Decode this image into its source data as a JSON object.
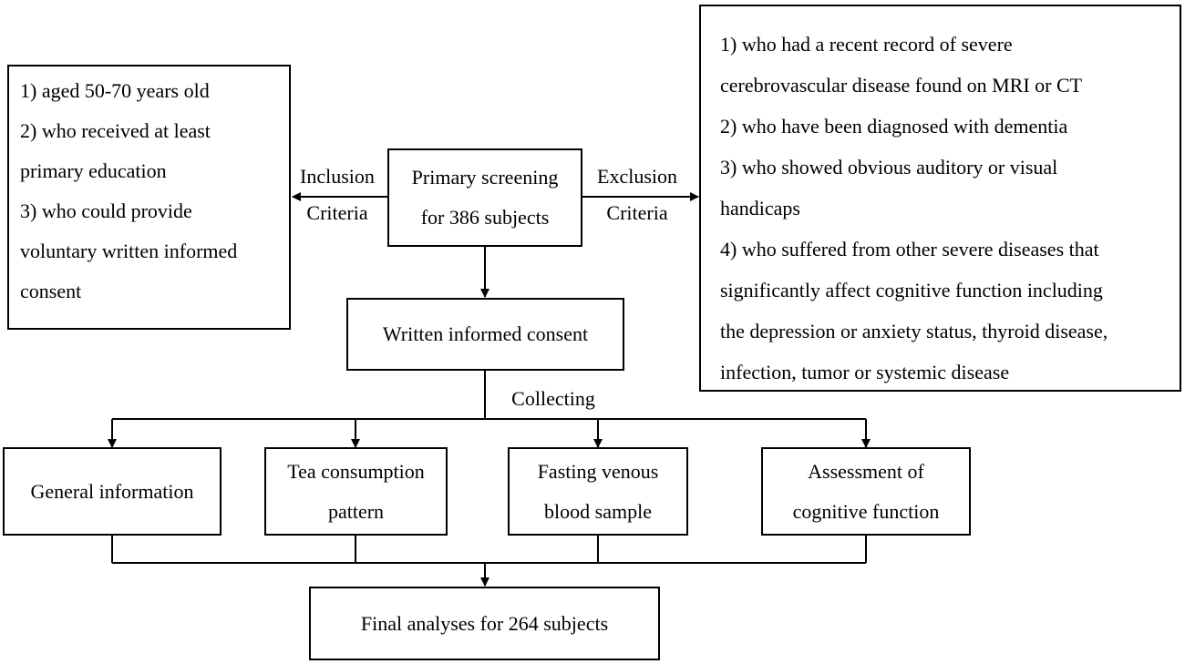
{
  "diagram": {
    "inclusion_criteria": {
      "lines": [
        "1) aged 50-70 years old",
        "2) who received at least",
        "primary education",
        "3) who could provide",
        "voluntary written informed",
        "consent"
      ]
    },
    "inclusion_label": {
      "line1": "Inclusion",
      "line2": "Criteria"
    },
    "primary_screening": {
      "line1": "Primary screening",
      "line2": "for 386 subjects"
    },
    "exclusion_label": {
      "line1": "Exclusion",
      "line2": "Criteria"
    },
    "exclusion_criteria": {
      "lines": [
        "1) who had a recent record of severe",
        "cerebrovascular disease found on MRI or CT",
        "2) who have been diagnosed with dementia",
        "3) who showed obvious auditory or visual",
        "handicaps",
        "4) who suffered from other severe diseases that",
        "significantly affect cognitive function including",
        "the depression or anxiety status, thyroid disease,",
        "infection, tumor or systemic disease"
      ]
    },
    "written_consent": "Written informed consent",
    "collecting_label": "Collecting",
    "general_information": "General information",
    "tea_consumption": {
      "line1": "Tea consumption",
      "line2": "pattern"
    },
    "fasting_blood": {
      "line1": "Fasting venous",
      "line2": "blood sample"
    },
    "cognitive_assessment": {
      "line1": "Assessment of",
      "line2": "cognitive function"
    },
    "final_analyses": "Final analyses for 264 subjects"
  }
}
